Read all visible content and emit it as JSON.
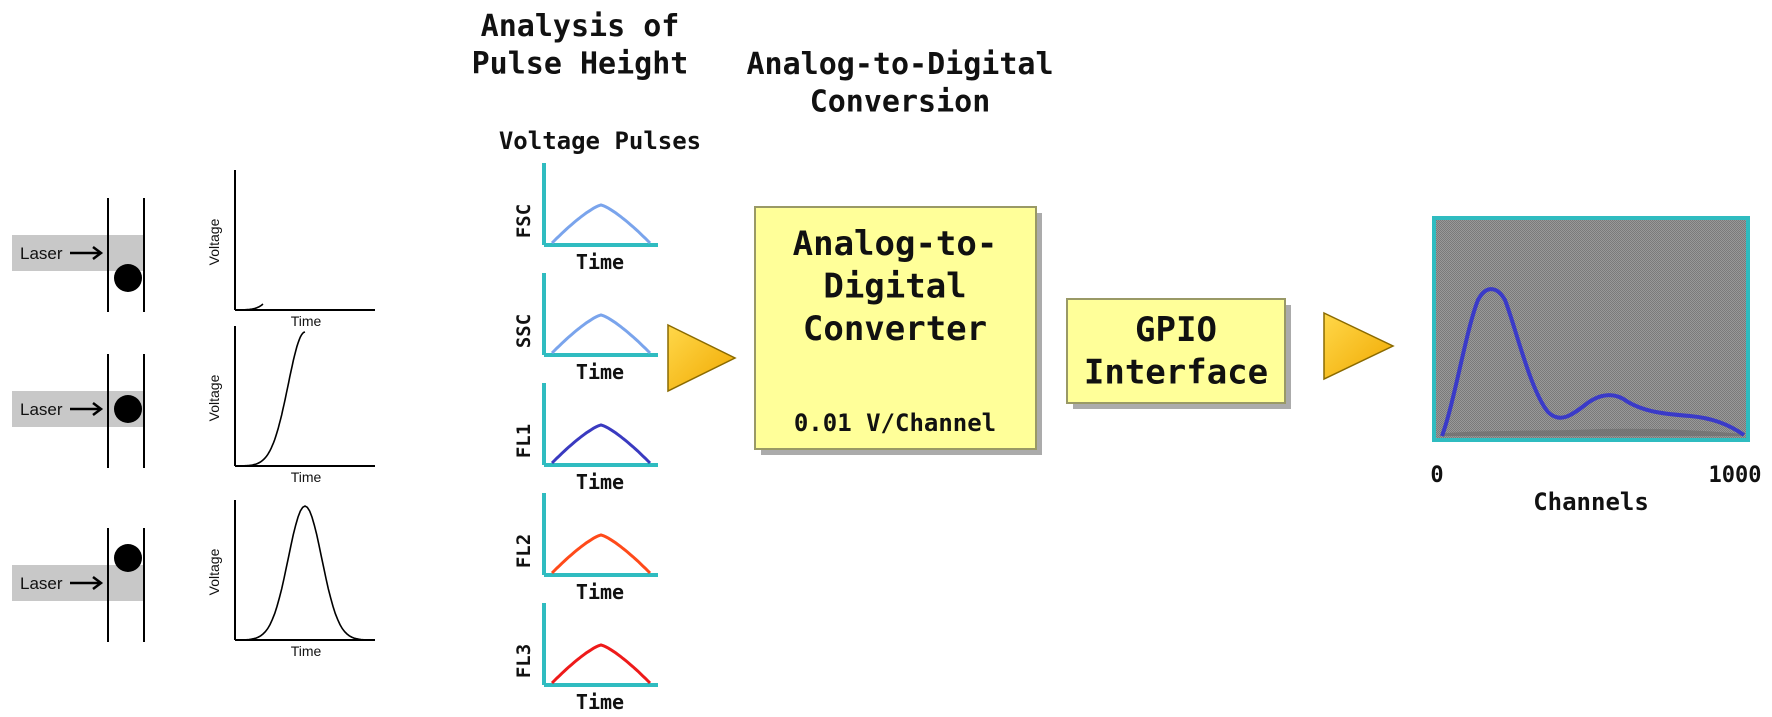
{
  "headings": {
    "pulse_height": "Analysis of\nPulse Height",
    "adc": "Analog-to-Digital\nConversion",
    "voltage_pulses": "Voltage Pulses"
  },
  "laser_panels": [
    {
      "laser_label": "Laser",
      "voltage_label": "Voltage",
      "time_label": "Time",
      "particle_position": "below-beam",
      "signal_level": "low"
    },
    {
      "laser_label": "Laser",
      "voltage_label": "Voltage",
      "time_label": "Time",
      "particle_position": "in-beam",
      "signal_level": "rising"
    },
    {
      "laser_label": "Laser",
      "voltage_label": "Voltage",
      "time_label": "Time",
      "particle_position": "above-beam",
      "signal_level": "full-pulse"
    }
  ],
  "pulses": [
    {
      "name": "FSC",
      "time_label": "Time",
      "color": "#7aa4ec"
    },
    {
      "name": "SSC",
      "time_label": "Time",
      "color": "#7aa4ec"
    },
    {
      "name": "FL1",
      "time_label": "Time",
      "color": "#3a3ac0"
    },
    {
      "name": "FL2",
      "time_label": "Time",
      "color": "#ff4a1a"
    },
    {
      "name": "FL3",
      "time_label": "Time",
      "color": "#ee1a1a"
    }
  ],
  "adc_box": {
    "title": "Analog-to-\nDigital\nConverter",
    "resolution": "0.01 V/Channel"
  },
  "gpio_box": {
    "title": "GPIO\nInterface"
  },
  "histogram": {
    "x_min_label": "0",
    "x_max_label": "1000",
    "x_label": "Channels",
    "line_color": "#3a3ac8",
    "background_color": "#8c8c8c",
    "border_color": "#2fbcc0"
  },
  "colors": {
    "box_fill": "#ffff99",
    "box_border": "#999966",
    "arrow_fill": "#ffc21a",
    "axis_teal": "#2fbcc0",
    "beam_gray": "#c8c8c8"
  }
}
